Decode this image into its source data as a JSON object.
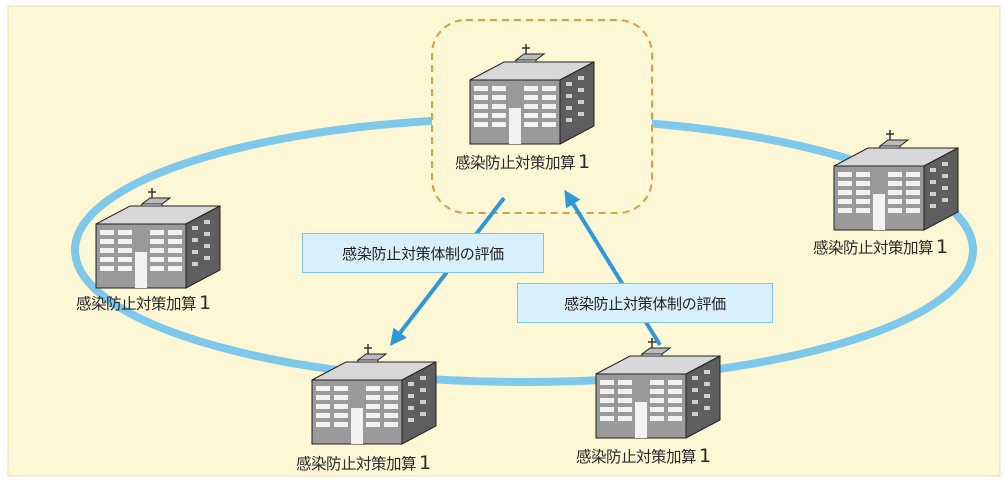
{
  "colors": {
    "background": "#fdf7d6",
    "ring": "#7ec8ea",
    "arrow": "#2f97d6",
    "highlight_border": "#d8a040",
    "eval_box_fill": "#d8f0fb",
    "eval_box_border": "#7ec6e6"
  },
  "hospitals": [
    {
      "id": "top",
      "label": "感染防止対策加算",
      "suffix": "1",
      "highlighted": true
    },
    {
      "id": "right",
      "label": "感染防止対策加算",
      "suffix": "1",
      "highlighted": false
    },
    {
      "id": "left",
      "label": "感染防止対策加算",
      "suffix": "1",
      "highlighted": false
    },
    {
      "id": "bottom-left",
      "label": "感染防止対策加算",
      "suffix": "1",
      "highlighted": false
    },
    {
      "id": "bottom-right",
      "label": "感染防止対策加算",
      "suffix": "1",
      "highlighted": false
    }
  ],
  "evaluations": [
    {
      "id": "eval-1",
      "text": "感染防止対策体制の評価",
      "from": "top",
      "to": "bottom-left"
    },
    {
      "id": "eval-2",
      "text": "感染防止対策体制の評価",
      "from": "bottom-right",
      "to": "top"
    }
  ]
}
